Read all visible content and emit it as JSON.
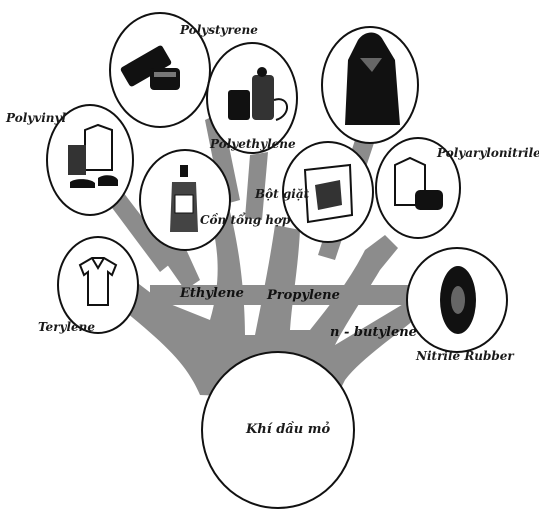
{
  "root": {
    "label": "Khí dầu mỏ"
  },
  "branches": [
    {
      "id": "ethylene",
      "label": "Ethylene"
    },
    {
      "id": "propylene",
      "label": "Propylene"
    },
    {
      "id": "butylene",
      "label": "n - butylene"
    }
  ],
  "products": [
    {
      "id": "terylene",
      "label": "Terylene",
      "icon": "shirt-icon"
    },
    {
      "id": "polyvinyl",
      "label": "Polyvinyl",
      "icon": "clothes-shoes-icon"
    },
    {
      "id": "polystyrene",
      "label": "Polystyrene",
      "icon": "luggage-icon"
    },
    {
      "id": "polyethylene",
      "label": "Polyethylene",
      "icon": "plastic-containers-icon"
    },
    {
      "id": "con",
      "label": "Cồn tổng hợp",
      "icon": "bottle-icon"
    },
    {
      "id": "botgiat",
      "label": "Bột giặt",
      "icon": "detergent-box-icon"
    },
    {
      "id": "raincoat",
      "label": "",
      "icon": "raincoat-icon"
    },
    {
      "id": "polyacrylonitrile",
      "label": "Polyarylonitrile",
      "icon": "jacket-bag-icon"
    },
    {
      "id": "nitrile",
      "label": "Nitrile Rubber",
      "icon": "tire-icon"
    }
  ],
  "colors": {
    "trunk": "#8c8c8c",
    "outline": "#111111",
    "background": "#ffffff"
  }
}
